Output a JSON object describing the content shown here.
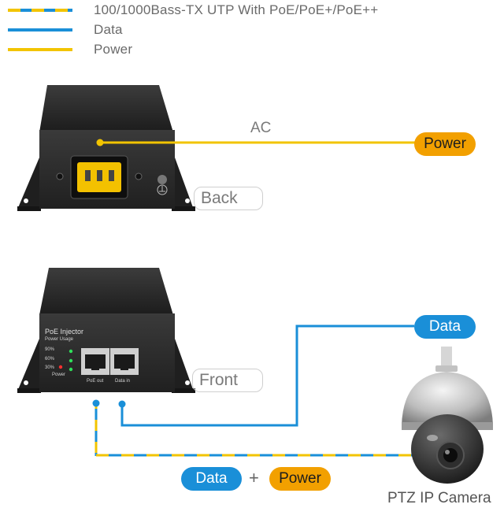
{
  "legend": [
    {
      "text": "100/1000Bass-TX UTP With PoE/PoE+/PoE++",
      "style": "poe"
    },
    {
      "text": "Data",
      "style": "data"
    },
    {
      "text": "Power",
      "style": "power"
    }
  ],
  "back": {
    "line_label": "AC",
    "power_badge": "Power",
    "side_label": "Back"
  },
  "front": {
    "panel_title": "PoE Injector",
    "usage_title": "Power Usage",
    "led_90": "90%",
    "led_60": "60%",
    "led_30": "30%",
    "led_power": "Power",
    "port_out": "PoE out",
    "port_in": "Data in",
    "side_label": "Front",
    "data_badge": "Data"
  },
  "bottom": {
    "data_badge": "Data",
    "plus": "+",
    "power_badge": "Power",
    "camera_label": "PTZ IP Camera"
  },
  "colors": {
    "data": "#1a8fd8",
    "power": "#f2c400",
    "badge_power": "#f2a000",
    "device": "#2b2b2b"
  }
}
